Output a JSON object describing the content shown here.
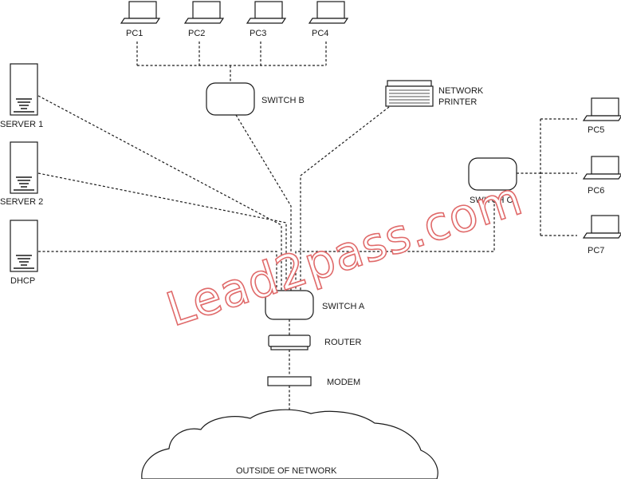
{
  "pcs": {
    "pc1": "PC1",
    "pc2": "PC2",
    "pc3": "PC3",
    "pc4": "PC4",
    "pc5": "PC5",
    "pc6": "PC6",
    "pc7": "PC7"
  },
  "switches": {
    "a": "SWITCH A",
    "b": "SWITCH B",
    "c": "SWITCH C"
  },
  "servers": {
    "server1": "SERVER 1",
    "server2": "SERVER 2",
    "dhcp": "DHCP"
  },
  "printer": {
    "line1": "NETWORK",
    "line2": "PRINTER"
  },
  "router": "ROUTER",
  "modem": "MODEM",
  "cloud": "OUTSIDE OF NETWORK",
  "watermark": "Lead2pass.com",
  "colors": {
    "line": "#1a1a1a",
    "watermark_outline": "#e06a6a",
    "background": "#ffffff"
  }
}
